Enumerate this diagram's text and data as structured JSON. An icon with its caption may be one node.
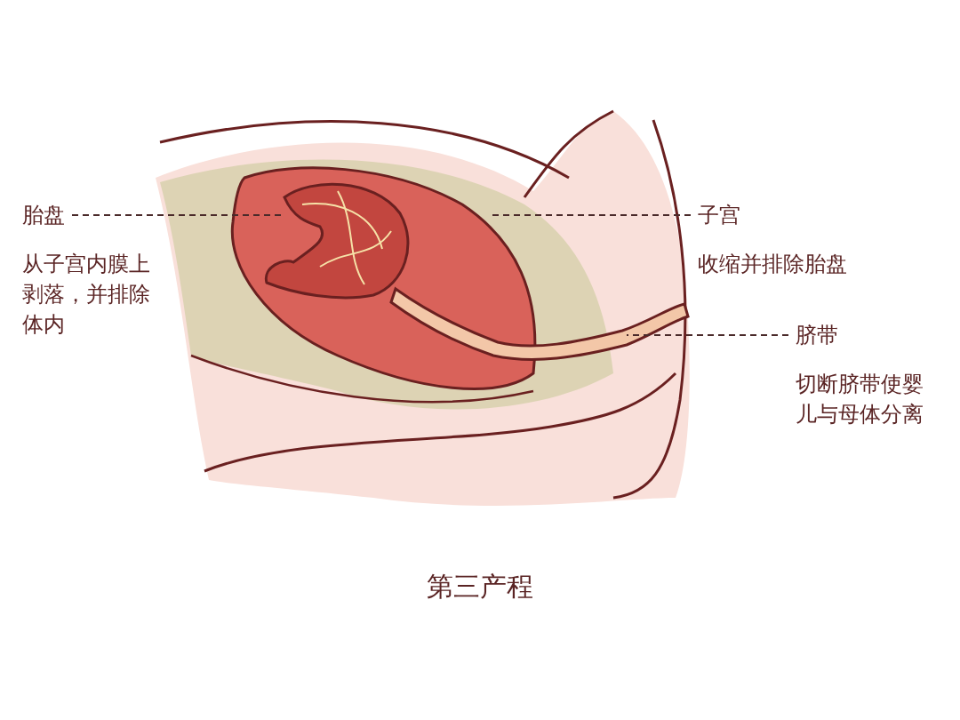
{
  "diagram": {
    "caption": "第三产程",
    "nodes": [
      {
        "text": [
          "胎盘",
          "从子宫内膜上剥落，并排除体内"
        ]
      },
      {
        "text": [
          "子宫",
          "收缩并排除胎盘"
        ]
      },
      {
        "text": [],
        "shape": "picture"
      },
      {
        "text": [],
        "shape": "picture",
        "in": 2
      },
      {
        "text": [
          "脐带",
          "切断脐带使婴儿与母体分离"
        ]
      },
      {
        "text": [],
        "shape": "picture"
      }
    ],
    "edges": [
      {
        "from": 0,
        "to": 3,
        "arrow": "none",
        "style": "dashed"
      },
      {
        "from": 1,
        "to": 2,
        "arrow": "none",
        "style": "dashed"
      },
      {
        "from": 4,
        "to": 5,
        "arrow": "none",
        "style": "dashed"
      }
    ]
  }
}
